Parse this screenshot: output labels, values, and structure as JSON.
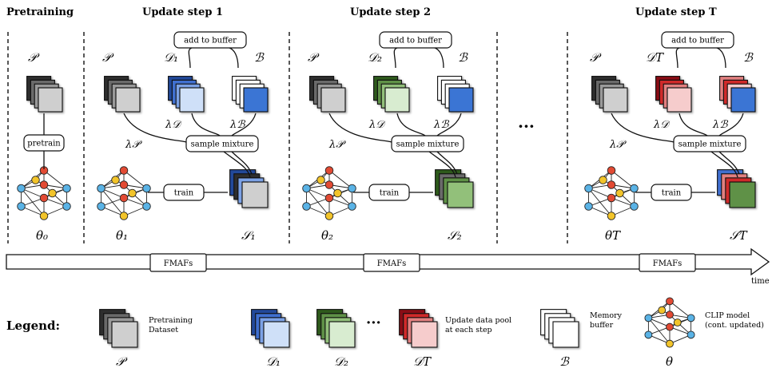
{
  "headers": {
    "pretraining": "Pretraining",
    "step1": "Update step 1",
    "step2": "Update step 2",
    "stepT": "Update step T"
  },
  "boxes": {
    "add_to_buffer": "add to buffer",
    "sample_mixture": "sample mixture",
    "train": "train",
    "pretrain": "pretrain"
  },
  "symbols": {
    "P": "𝒫",
    "D1": "𝒟₁",
    "D2": "𝒟₂",
    "DT": "𝒟T",
    "B": "ℬ",
    "lambdaD": "λ𝒟",
    "lambdaB": "λℬ",
    "lambdaP": "λ𝒫",
    "theta0": "θ₀",
    "theta1": "θ₁",
    "theta2": "θ₂",
    "thetaT": "θT",
    "S1": "𝒮₁",
    "S2": "𝒮₂",
    "ST": "𝒮T",
    "theta": "θ",
    "dots": "···"
  },
  "timeline": {
    "fmafs": "FMAFs",
    "time": "time"
  },
  "legend": {
    "title": "Legend:",
    "pretraining_dataset": [
      "Pretraining",
      "Dataset"
    ],
    "update_pool": [
      "Update data pool",
      "at each step"
    ],
    "memory_buffer": [
      "Memory",
      "buffer"
    ],
    "clip_model": [
      "CLIP model",
      "(cont. updated)"
    ]
  },
  "colors": {
    "pretrain_stack": [
      "#2e2e2e",
      "#6b6b6b",
      "#9a9a9a",
      "#cfcfcf"
    ],
    "blue_stack": [
      "#244a9a",
      "#3f6fd0",
      "#7ba2e6",
      "#cfe0f8"
    ],
    "green_stack": [
      "#2e5a1f",
      "#5e9146",
      "#92c07a",
      "#d8ecd0"
    ],
    "red_stack": [
      "#8a0f12",
      "#d02a2a",
      "#e28080",
      "#f6cccc"
    ],
    "white_stack": [
      "#ffffff",
      "#ffffff",
      "#ffffff",
      "#ffffff"
    ],
    "node_red": "#e24a33",
    "node_yellow": "#f2c42a",
    "node_blue": "#5ab3e6",
    "buffer_blue": "#3a74d4"
  }
}
